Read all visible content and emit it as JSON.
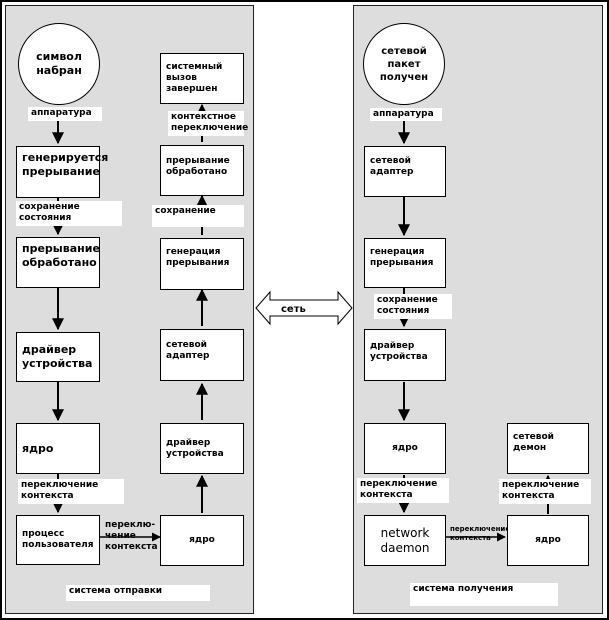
{
  "sender": {
    "caption": "система отправки",
    "start_event": "символ\nнабран",
    "left_column": {
      "hardware": "аппаратура",
      "interrupt_generated": "генерируется\nпрерывание",
      "save_state": "сохранение\nсостояния",
      "interrupt_handled": "прерывание\nобработано",
      "device_driver": "драйвер\nустройства",
      "kernel": "ядро",
      "context_switch": "переключение\nконтекста",
      "user_process": "процесс\nпользователя",
      "context_switch_hyphenated": "переклю-\nчение\nконтекста"
    },
    "right_column": {
      "syscall_done": "системный\nвызов\nзавершен",
      "context_switch": "контекстное\nпереключение",
      "interrupt_handled": "прерывание\nобработано",
      "save_state": "сохранение",
      "interrupt_generation": "генерация\nпрерывания",
      "network_adapter": "сетевой\nадаптер",
      "device_driver": "драйвер\nустройства",
      "kernel": "ядро"
    }
  },
  "network": {
    "label": "сеть"
  },
  "receiver": {
    "caption": "система получения",
    "start_event": "сетевой\nпакет\nполучен",
    "hardware": "аппаратура",
    "network_adapter": "сетевой\nадаптер",
    "interrupt_generation": "генерация\nпрерывания",
    "save_state": "сохранение\nсостояния",
    "device_driver": "драйвер\nустройства",
    "kernel": "ядро",
    "context_switch": "переключение\nконтекста",
    "network_daemon": "network\ndaemon",
    "context_switch_small": "переключение\nконтекста",
    "network_daemon_ru": "сетевой\nдемон",
    "context_switch_right": "переключение\nконтекста",
    "kernel_right": "ядро"
  }
}
